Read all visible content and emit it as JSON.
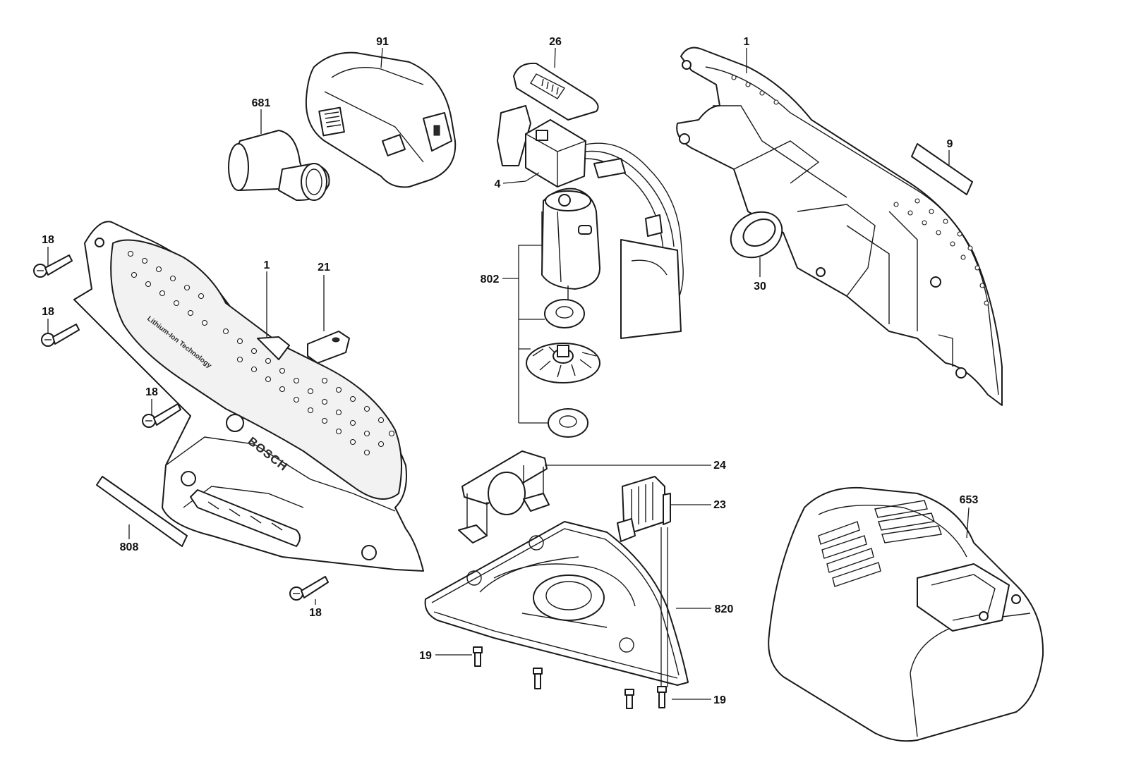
{
  "diagram": {
    "brand_text": "BOSCH",
    "grip_text": "Lithium-Ion Technology",
    "callouts": {
      "battery": "91",
      "switch_cover": "26",
      "housing_right": "1",
      "dust_adapter": "681",
      "label_right": "9",
      "switch": "4",
      "seal": "30",
      "motor_assembly": "802",
      "screw_top_1": "18",
      "screw_top_2": "18",
      "housing_left": "1",
      "cap": "21",
      "screw_mid": "18",
      "frame_24": "24",
      "clip_23": "23",
      "charger": "653",
      "label_left": "808",
      "screw_bottom": "18",
      "base_plate": "820",
      "screw_19_left": "19",
      "screw_19_right": "19"
    }
  }
}
